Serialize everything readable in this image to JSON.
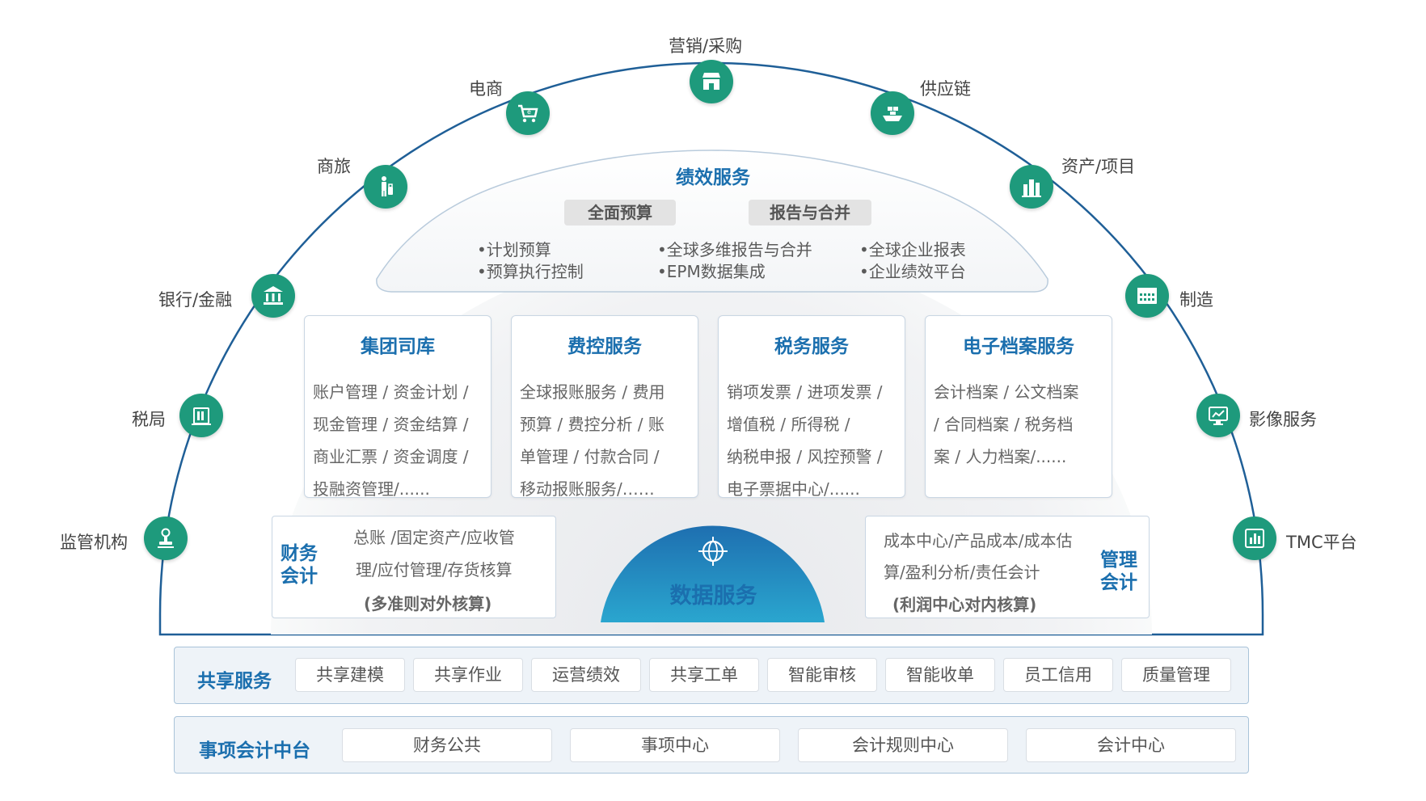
{
  "colors": {
    "accent_green": "#1e9a7c",
    "accent_blue": "#1b6fae",
    "arc_stroke": "#1f5f97"
  },
  "outer_nodes": [
    {
      "key": "marketing",
      "label": "营销/采购",
      "icon": "store-icon"
    },
    {
      "key": "ecommerce",
      "label": "电商",
      "icon": "cart-icon"
    },
    {
      "key": "supply",
      "label": "供应链",
      "icon": "ship-icon"
    },
    {
      "key": "travel",
      "label": "商旅",
      "icon": "traveler-icon"
    },
    {
      "key": "asset",
      "label": "资产/项目",
      "icon": "building-icon"
    },
    {
      "key": "bank",
      "label": "银行/金融",
      "icon": "bank-icon"
    },
    {
      "key": "manufacture",
      "label": "制造",
      "icon": "factory-icon"
    },
    {
      "key": "tax_bureau",
      "label": "税局",
      "icon": "tax-office-icon"
    },
    {
      "key": "image",
      "label": "影像服务",
      "icon": "monitor-icon"
    },
    {
      "key": "regulator",
      "label": "监管机构",
      "icon": "stamp-icon"
    },
    {
      "key": "tmc",
      "label": "TMC平台",
      "icon": "chart-icon"
    }
  ],
  "performance": {
    "title": "绩效服务",
    "tags": [
      "全面预算",
      "报告与合并"
    ],
    "bullet_groups": [
      [
        "•计划预算",
        "•预算执行控制"
      ],
      [
        "•全球多维报告与合并",
        "•EPM数据集成"
      ],
      [
        "•全球企业报表",
        "•企业绩效平台"
      ]
    ]
  },
  "service_cards": [
    {
      "title": "集团司库",
      "lines": [
        "账户管理 / 资金计划 /",
        "现金管理 / 资金结算 /",
        "商业汇票 / 资金调度 /",
        "投融资管理/......"
      ]
    },
    {
      "title": "费控服务",
      "lines": [
        "全球报账服务 / 费用",
        "预算 / 费控分析 / 账",
        "单管理 / 付款合同 /",
        "移动报账服务/……"
      ]
    },
    {
      "title": "税务服务",
      "lines": [
        "销项发票 / 进项发票 /",
        "增值税 / 所得税 /",
        "纳税申报 / 风控预警 /",
        "电子票据中心/......"
      ]
    },
    {
      "title": "电子档案服务",
      "lines": [
        "会计档案  / 公文档案",
        "/ 合同档案 / 税务档",
        "案 / 人力档案/......"
      ]
    }
  ],
  "financial_accounting": {
    "title_lines": [
      "财务",
      "会计"
    ],
    "lines": [
      "总账 /固定资产/应收管",
      "理/应付管理/存货核算"
    ],
    "note": "(多准则对外核算)"
  },
  "management_accounting": {
    "title_lines": [
      "管理",
      "会计"
    ],
    "lines": [
      "成本中心/产品成本/成本估",
      "算/盈利分析/责任会计"
    ],
    "note": "(利润中心对内核算)"
  },
  "data_service": {
    "label": "数据服务",
    "icon": "globe-target-icon"
  },
  "shared_services": {
    "title": "共享服务",
    "items": [
      "共享建模",
      "共享作业",
      "运营绩效",
      "共享工单",
      "智能审核",
      "智能收单",
      "员工信用",
      "质量管理"
    ]
  },
  "accounting_platform": {
    "title": "事项会计中台",
    "items": [
      "财务公共",
      "事项中心",
      "会计规则中心",
      "会计中心"
    ]
  }
}
